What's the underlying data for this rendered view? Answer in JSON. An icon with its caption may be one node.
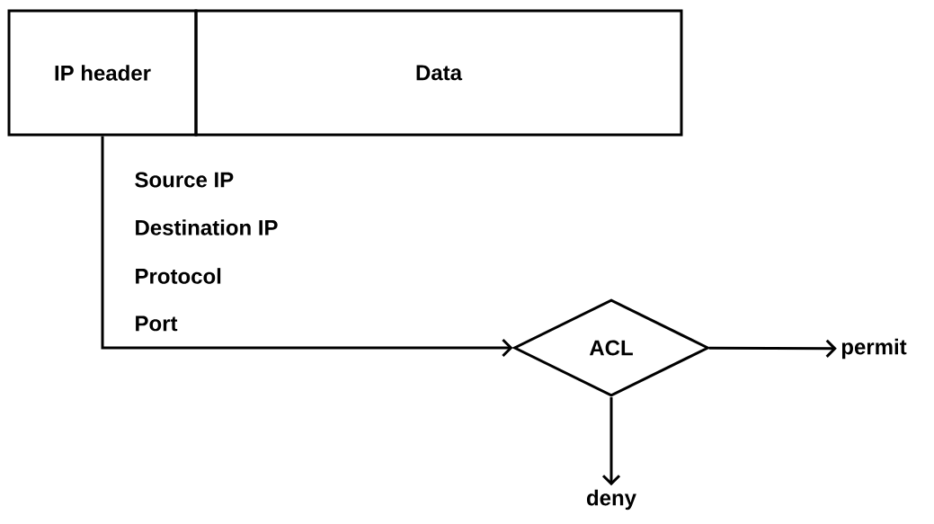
{
  "diagram": {
    "nodes": [
      {
        "text": [
          "IP header"
        ]
      },
      {
        "text": [
          "Data"
        ]
      },
      {
        "text": [
          "ACL"
        ]
      },
      {
        "text": [
          "permit"
        ]
      },
      {
        "text": [
          "deny"
        ]
      }
    ],
    "edges": [
      {
        "from": 0,
        "to": 2,
        "arrow": "to"
      },
      {
        "from": 2,
        "to": 3,
        "arrow": "to"
      },
      {
        "from": 2,
        "to": 4,
        "arrow": "to"
      }
    ],
    "labels": [
      "Source IP",
      "Destination IP",
      "Protocol",
      "Port"
    ]
  }
}
